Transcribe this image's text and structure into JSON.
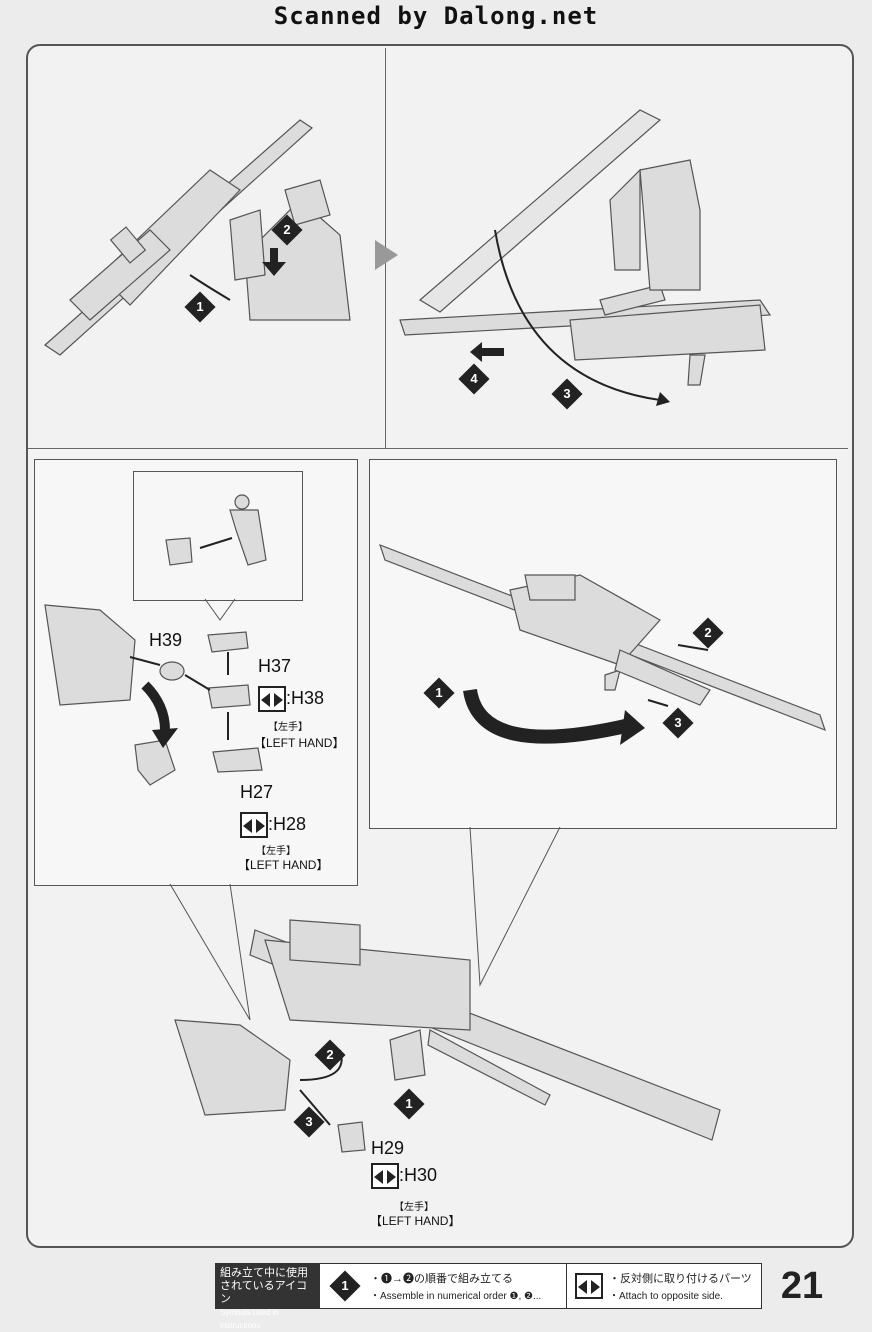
{
  "banner": "Scanned by Dalong.net",
  "steps": {
    "s1": "1",
    "s2": "2",
    "s3": "3",
    "s4": "4"
  },
  "parts": {
    "h39": "H39",
    "h37": "H37",
    "h38": ":H38",
    "h27": "H27",
    "h28": ":H28",
    "h29": "H29",
    "h30": ":H30"
  },
  "hand_jp": "【左手】",
  "hand_en": "【LEFT HAND】",
  "legend": {
    "head_jp": "組み立て中に使用されているアイコン",
    "head_en": "Symbols used in instructions",
    "order_jp": "・❶→❷の順番で組み立てる",
    "order_en": "・Assemble in numerical order ❶, ❷...",
    "attach_jp": "・反対側に取り付けるパーツ",
    "attach_en": "・Attach to opposite side."
  },
  "page_number": "21",
  "colors": {
    "ink": "#222222",
    "paper": "#f2f2f2",
    "frame": "#555555"
  }
}
